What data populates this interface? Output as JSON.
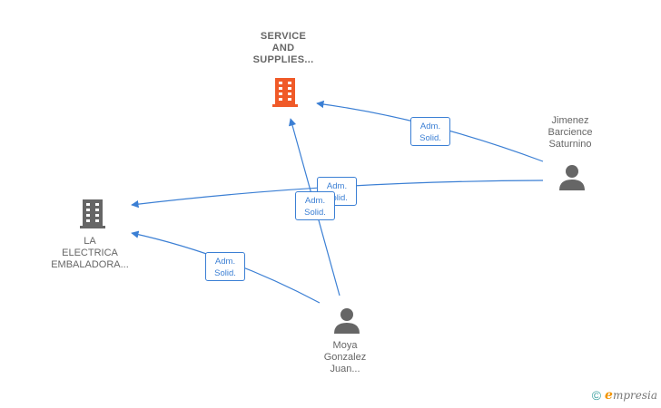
{
  "nodes": {
    "service": {
      "line1": "SERVICE",
      "line2": "AND",
      "line3": "SUPPLIES..."
    },
    "electrica": {
      "line1": "LA",
      "line2": "ELECTRICA",
      "line3": "EMBALADORA..."
    },
    "jimenez": {
      "line1": "Jimenez",
      "line2": "Barcience",
      "line3": "Saturnino"
    },
    "moya": {
      "line1": "Moya",
      "line2": "Gonzalez",
      "line3": "Juan..."
    }
  },
  "edges": [
    {
      "line1": "Adm.",
      "line2": "Solid."
    },
    {
      "line1": "Adm.",
      "line2": "Solid."
    },
    {
      "line1": "Adm.",
      "line2": "Solid."
    },
    {
      "line1": "Adm.",
      "line2": "Solid."
    }
  ],
  "colors": {
    "edge": "#3b7fd4",
    "company_main": "#f05a28",
    "company": "#666666",
    "person": "#666666"
  },
  "footer": {
    "copyright": "©",
    "brand_initial": "e",
    "brand_rest": "mpresia"
  }
}
